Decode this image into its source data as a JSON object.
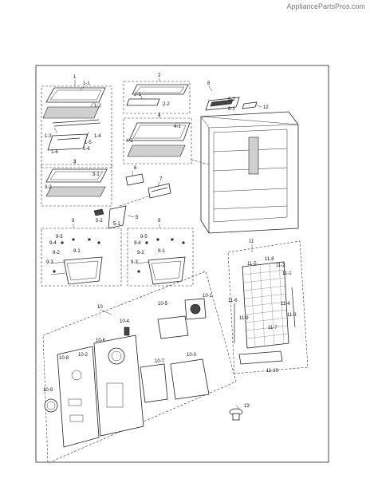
{
  "watermark": "AppliancePartsPros.com",
  "callouts": {
    "c1": "1",
    "c1_1": "1-1",
    "c1_2": "1-2",
    "c1_3": "1-3",
    "c1_4": "1-4",
    "c1_5": "1-5",
    "c1_6a": "1-6",
    "c1_6b": "1-6",
    "c2": "2",
    "c2_1": "2-1",
    "c2_2": "2-2",
    "c3": "3",
    "c3_1": "3-1",
    "c3_2": "3-2",
    "c4": "4",
    "c4_1": "4-1",
    "c4_2": "4-2",
    "c5": "5",
    "c5_1": "5-1",
    "c5_2": "5-2",
    "c6": "6",
    "c7": "7",
    "c8": "8",
    "c8_1": "8-1",
    "c8_2": "8-2",
    "c9a": "9",
    "c9b": "9",
    "c9_1a": "9-1",
    "c9_2a": "9-2",
    "c9_3a": "9-3",
    "c9_4a": "9-4",
    "c9_5a": "9-5",
    "c9_1b": "9-1",
    "c9_2b": "9-2",
    "c9_3b": "9-3",
    "c9_4b": "9-4",
    "c9_5b": "9-5",
    "c10": "10",
    "c10_1": "10-1",
    "c10_2": "10-2",
    "c10_3": "10-3",
    "c10_4": "10-4",
    "c10_5": "10-5",
    "c10_6": "10-6",
    "c10_7": "10-7",
    "c10_8": "10-8",
    "c10_9": "10-9",
    "c11": "11",
    "c11_1": "11-1",
    "c11_2": "11-2",
    "c11_3": "11-3",
    "c11_4": "11-4",
    "c11_5": "11-5",
    "c11_6": "11-6",
    "c11_7": "11-7",
    "c11_8": "11-8",
    "c11_9": "11-9",
    "c11_10": "11-10",
    "c12": "12",
    "c13": "13"
  }
}
